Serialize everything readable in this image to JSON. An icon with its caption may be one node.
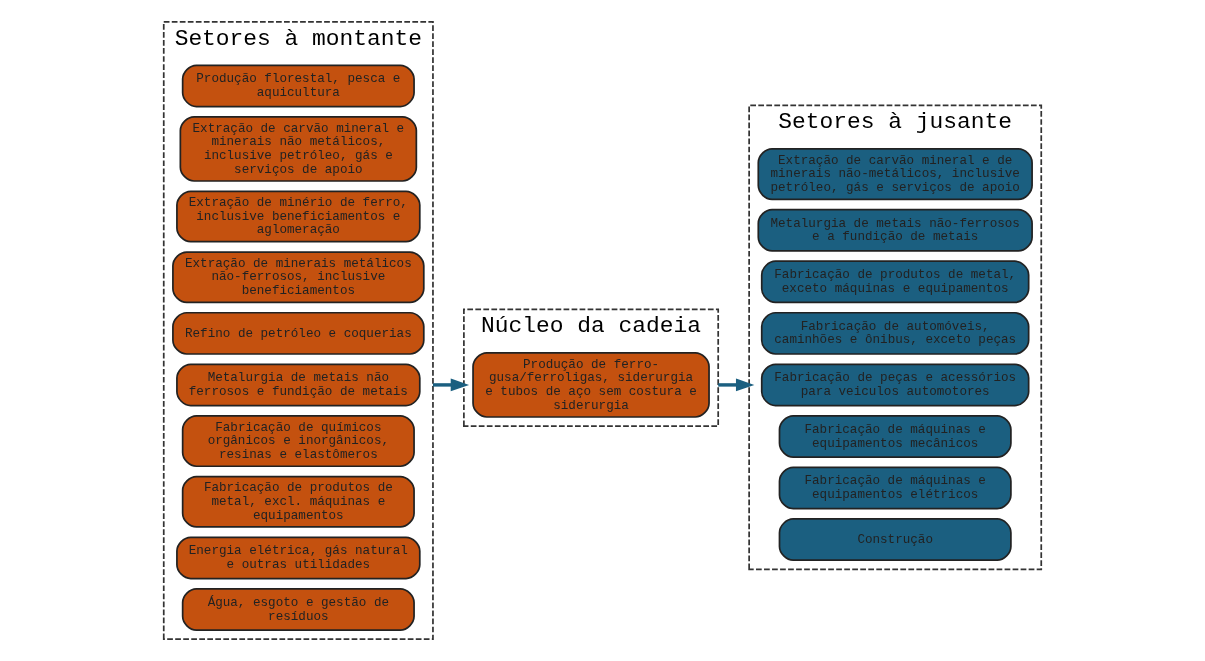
{
  "diagram": {
    "nodes": [
      {
        "text": [
          "Setores à montante"
        ]
      },
      {
        "text": [
          "Produção florestal, pesca e aquicultura"
        ],
        "in": 0
      },
      {
        "text": [
          "Extração de carvão mineral e minerais não metálicos, inclusive petróleo, gás e serviços de apoio"
        ],
        "in": 0
      },
      {
        "text": [
          "Extração de minério de ferro, inclusive beneficiamentos e aglomeração"
        ],
        "in": 0
      },
      {
        "text": [
          "Extração de minerais metálicos não-ferrosos, inclusive beneficiamentos"
        ],
        "in": 0
      },
      {
        "text": [
          "Refino de petróleo e coquerias"
        ],
        "in": 0
      },
      {
        "text": [
          "Metalurgia de metais não ferrosos e fundição de metais"
        ],
        "in": 0
      },
      {
        "text": [
          "Fabricação de químicos orgânicos e inorgânicos, resinas e elastômeros"
        ],
        "in": 0
      },
      {
        "text": [
          "Fabricação de produtos de metal, excl. máquinas e equipamentos"
        ],
        "in": 0
      },
      {
        "text": [
          "Energia elétrica, gás natural e outras utilidades"
        ],
        "in": 0
      },
      {
        "text": [
          "Água, esgoto e gestão de resíduos"
        ],
        "in": 0
      },
      {
        "text": [
          "Núcleo da cadeia"
        ]
      },
      {
        "text": [
          "Produção de ferro-gusa/ferroligas, siderurgia e tubos de aço sem costura e siderurgia"
        ],
        "in": 11
      },
      {
        "text": [
          "Setores à jusante"
        ]
      },
      {
        "text": [
          "Extração de carvão mineral e de minerais não-metálicos, inclusive petróleo, gás e serviços de apoio"
        ],
        "in": 13
      },
      {
        "text": [
          "Metalurgia de metais não-ferrosos e a fundição de metais"
        ],
        "in": 13
      },
      {
        "text": [
          "Fabricação de produtos de metal, exceto máquinas e equipamentos"
        ],
        "in": 13
      },
      {
        "text": [
          "Fabricação de automóveis, caminhões e ônibus, exceto peças"
        ],
        "in": 13
      },
      {
        "text": [
          "Fabricação de peças e acessórios para veiculos automotores"
        ],
        "in": 13
      },
      {
        "text": [
          "Fabricação de máquinas e equipamentos mecânicos"
        ],
        "in": 13
      },
      {
        "text": [
          "Fabricação de máquinas e equipamentos elétricos"
        ],
        "in": 13
      },
      {
        "text": [
          "Construção"
        ],
        "in": 13
      }
    ],
    "edges": [
      {
        "from": 0,
        "to": 11,
        "arrow": "to"
      },
      {
        "from": 11,
        "to": 13,
        "arrow": "to"
      }
    ]
  }
}
